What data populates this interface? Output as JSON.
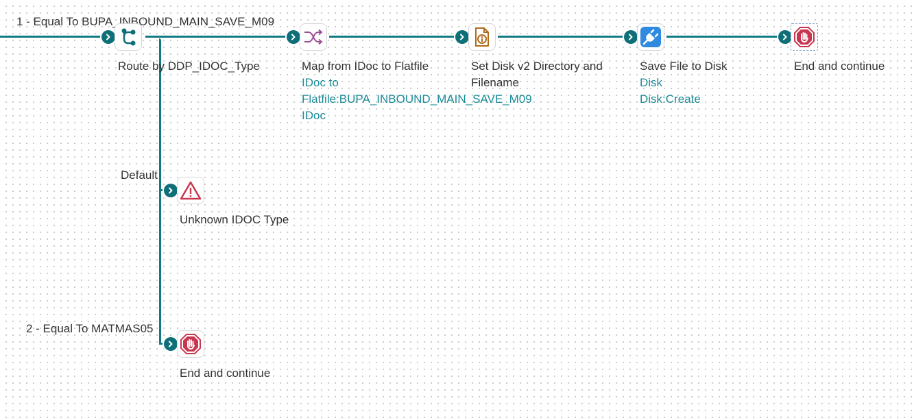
{
  "canvas": {
    "accent_color": "#0f7a83",
    "stop_color": "#c8374f",
    "warning_color": "#c8374f",
    "map_color": "#9b4f96",
    "disk_connector_color": "#2f8ae0",
    "set_properties_color": "#b06a1a"
  },
  "branches": {
    "branch_1": "1 - Equal To BUPA_INBOUND_MAIN_SAVE_M09",
    "branch_default": "Default",
    "branch_2": "2 - Equal To MATMAS05"
  },
  "nodes": {
    "route": {
      "title": "Route by DDP_IDOC_Type",
      "icon": "route-branch-icon"
    },
    "map": {
      "title": "Map from IDoc to Flatfile",
      "sub1": "IDoc to",
      "sub2": "Flatfile:BUPA_INBOUND_MAIN_SAVE_M09",
      "sub3": "IDoc",
      "icon": "shuffle-map-icon"
    },
    "set_props": {
      "title1": "Set Disk v2 Directory and",
      "title2": "Filename",
      "icon": "document-properties-icon"
    },
    "save": {
      "title": "Save File to Disk",
      "sub1": "Disk",
      "sub2": "Disk:Create",
      "icon": "connector-plug-icon"
    },
    "end_top": {
      "title": "End and continue",
      "icon": "stop-hand-icon"
    },
    "exception": {
      "title": "Unknown IDOC Type",
      "icon": "warning-triangle-icon"
    },
    "end_bottom": {
      "title": "End and continue",
      "icon": "stop-hand-icon"
    }
  }
}
